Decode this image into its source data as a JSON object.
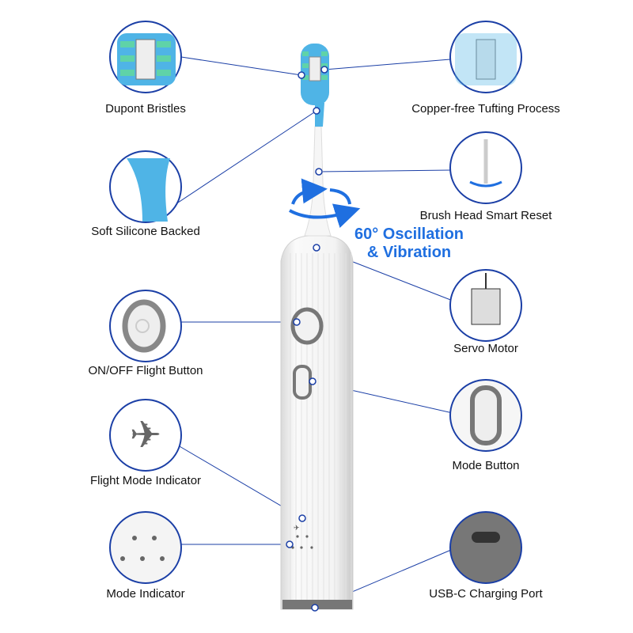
{
  "colors": {
    "accent": "#1f6fe0",
    "ring": "#1b3fa6",
    "bristle_green": "#5fd3a8",
    "head_blue": "#4fb4e6"
  },
  "headline": {
    "line1": "60° Oscillation",
    "line2": "& Vibration"
  },
  "features": {
    "dupont": "Dupont Bristles",
    "silicone": "Soft Silicone Backed",
    "onoff": "ON/OFF Flight Button",
    "flight": "Flight Mode Indicator",
    "mode_indicator": "Mode Indicator",
    "copper": "Copper-free Tufting Process",
    "reset": "Brush Head Smart Reset",
    "servo": "Servo Motor",
    "mode_button": "Mode Button",
    "usb": "USB-C Charging Port"
  }
}
